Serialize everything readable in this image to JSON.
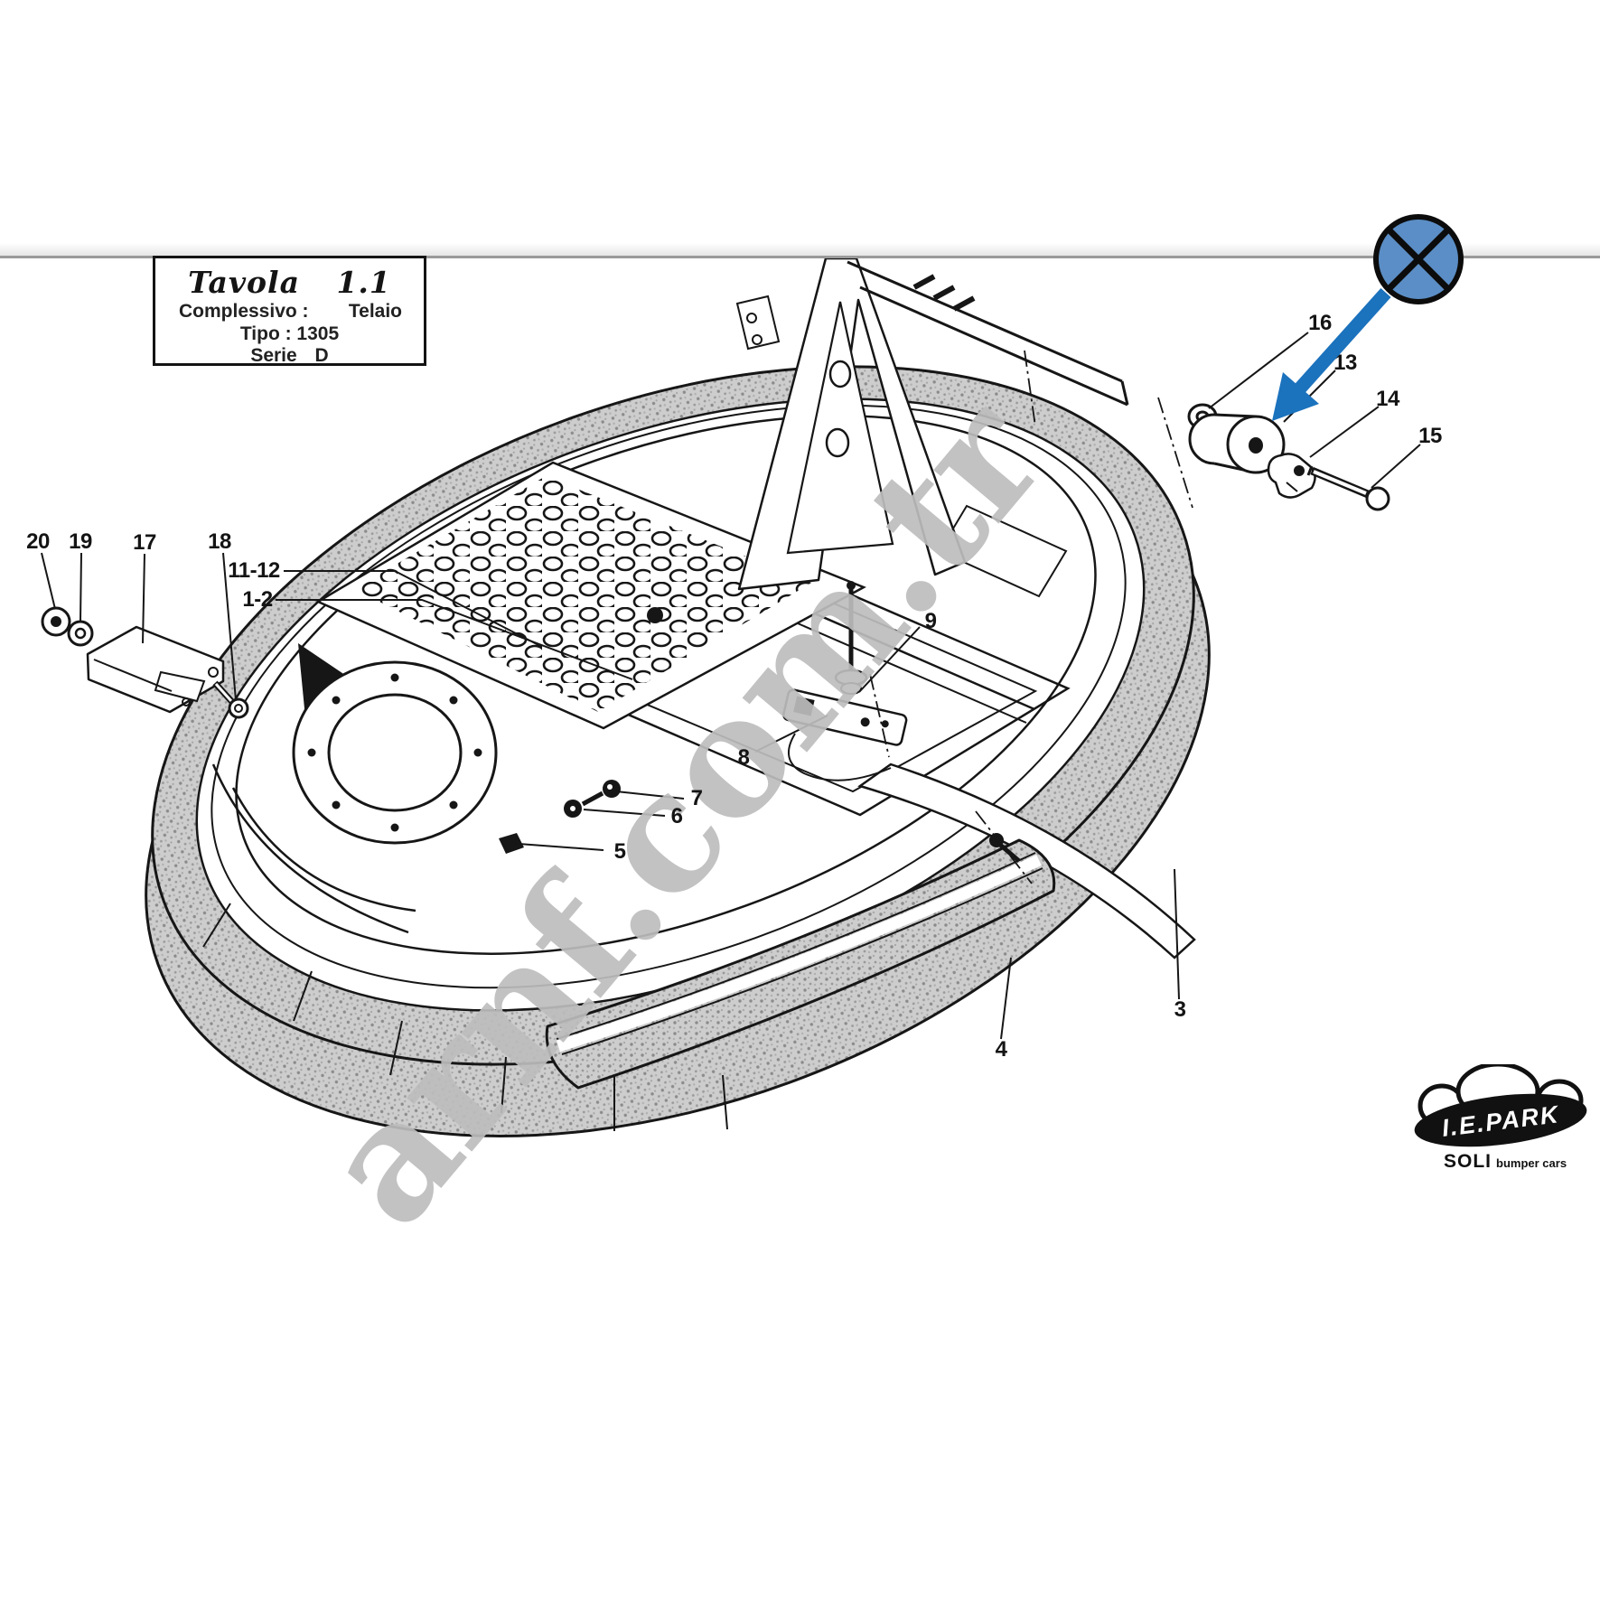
{
  "title_block": {
    "title": "Tavola 1.1",
    "assembly_label": "Complessivo :",
    "assembly_value": "Telaio",
    "type_line": "Tipo : 1305",
    "series_line": "Serie D"
  },
  "watermark": {
    "text": "arnf.com.tr"
  },
  "callouts": {
    "c20": "20",
    "c19": "19",
    "c17": "17",
    "c18": "18",
    "c11_12": "11-12",
    "c1_2": "1-2",
    "c5": "5",
    "c6": "6",
    "c7": "7",
    "c8": "8",
    "c9": "9",
    "c4": "4",
    "c3": "3",
    "c16": "16",
    "c13": "13",
    "c14": "14",
    "c15": "15"
  },
  "logo": {
    "brand": "I.E.PARK",
    "sub_bold": "SOLI",
    "sub_rest": "bumper cars"
  },
  "colors": {
    "marker_fill": "#5b8ec6",
    "marker_stroke": "#0c0c0c",
    "arrow": "#1b72bd",
    "ink": "#161616",
    "watermark": "#bdbdbd",
    "page_line": "#9a9a9a"
  }
}
